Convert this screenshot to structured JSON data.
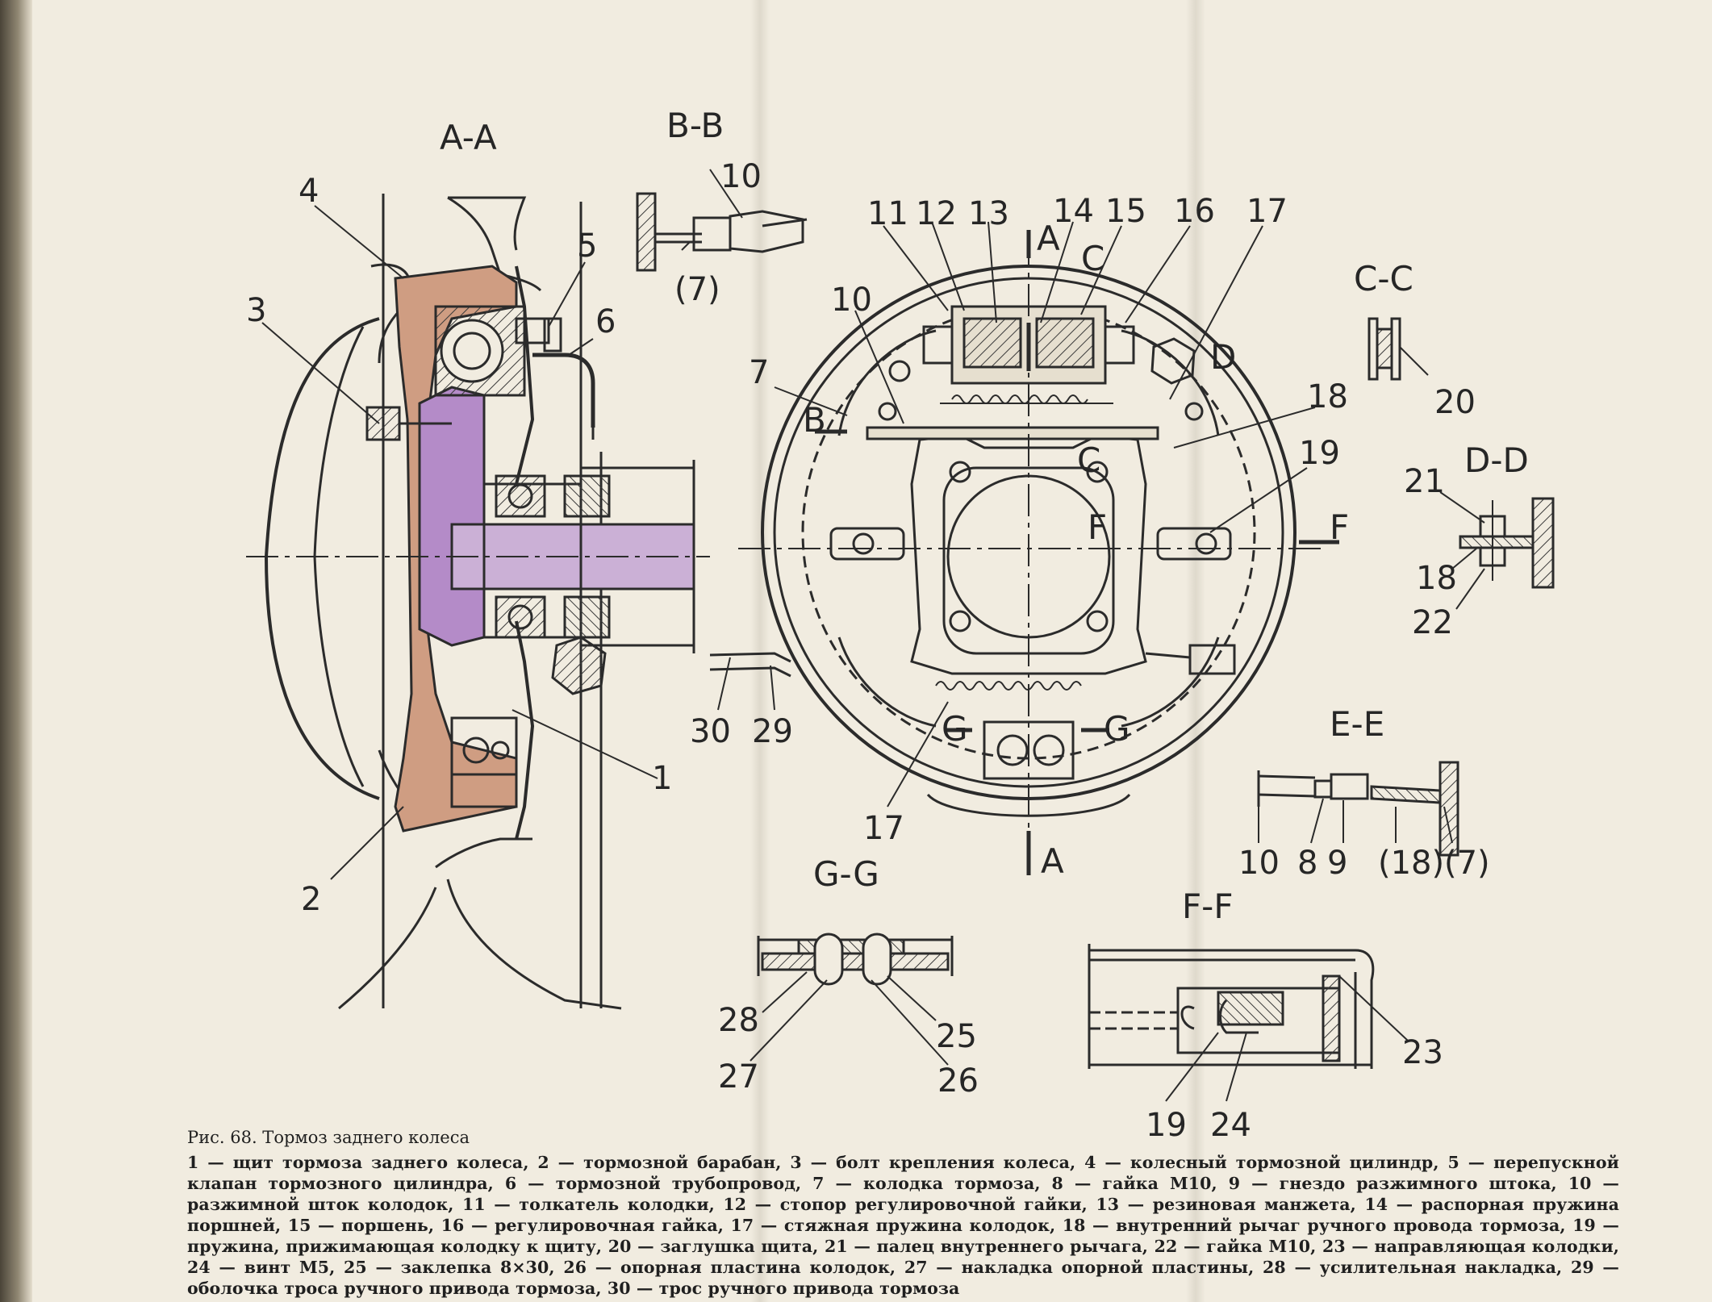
{
  "sections": {
    "aa": "A-A",
    "bb": "B-B",
    "cc": "C-C",
    "dd": "D-D",
    "ee": "E-E",
    "ff": "F-F",
    "gg": "G-G"
  },
  "cut_marks": {
    "a": "A",
    "b": "B",
    "c": "C",
    "d": "D",
    "f": "F",
    "g": "G"
  },
  "callouts": {
    "aa": [
      "4",
      "5",
      "3",
      "6",
      "1",
      "2"
    ],
    "bb": [
      "10",
      "(7)"
    ],
    "main": [
      "11",
      "12",
      "13",
      "14",
      "15",
      "16",
      "17",
      "10",
      "7",
      "18",
      "19",
      "30",
      "29",
      "17"
    ],
    "cc": [
      "20"
    ],
    "dd": [
      "21",
      "18",
      "22"
    ],
    "ee": [
      "10",
      "8",
      "9",
      "(18)",
      "(7)"
    ],
    "gg": [
      "28",
      "25",
      "27",
      "26"
    ],
    "ff": [
      "23",
      "19",
      "24"
    ]
  },
  "caption": {
    "title": "Рис. 68. Тормоз заднего колеса",
    "body": "1 — щит тормоза заднего колеса, 2 — тормозной барабан, 3 — болт крепления колеса, 4 — колесный тормозной цилиндр, 5 — перепускной клапан тормозного цилиндра, 6 — тормозной трубопровод, 7 — колодка тормоза, 8 — гайка М10, 9 — гнездо разжимного штока, 10 — разжимной шток колодок, 11 — толкатель колодки, 12 — стопор регулировочной гайки, 13 — резиновая манжета, 14 — распорная пружина поршней, 15 — поршень, 16 — регулировочная гайка, 17 — стяжная пружина колодок, 18 — внутренний рычаг ручного провода тормоза, 19 — пружина, прижимающая колодку к щиту, 20 — заглушка щита, 21 — палец внутреннего рычага, 22 — гайка М10, 23 — направляющая колодки, 24 — винт М5, 25 — заклепка 8×30, 26 — опорная пластина колодок, 27 — накладка опорной пластины, 28 — усилительная накладка, 29 — оболочка троса ручного привода тормоза, 30 — трос ручного привода тормоза"
  },
  "colors": {
    "paper": "#f1ece0",
    "ink": "#262626",
    "drum_fill": "#cf9d82",
    "hub_fill": "#b48bc8"
  }
}
